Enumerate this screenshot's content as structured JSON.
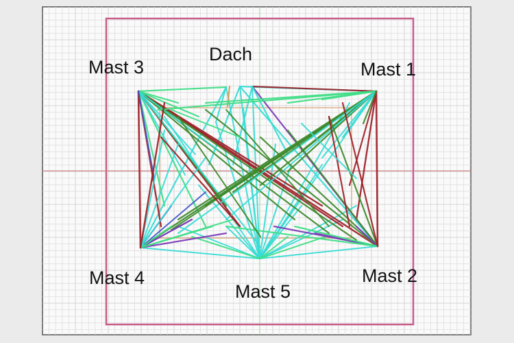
{
  "diagram": {
    "labels": {
      "mast1": "Mast 1",
      "mast2": "Mast 2",
      "mast3": "Mast 3",
      "mast4": "Mast 4",
      "mast5": "Mast 5",
      "roof": "Dach"
    },
    "colors": {
      "background": "#ebebeb",
      "paper": "#fafafa",
      "grid_minor": "#dedede",
      "grid_major": "#c9c9c9",
      "frame": "#555555",
      "boundary": "#c24a62",
      "boundary_inner": "#d9a2d8",
      "axis_h": "#d07070",
      "axis_v": "#9fd39f",
      "inner_rect": "#d6a070",
      "cyan": "#36dcd5",
      "green": "#3ede86",
      "darkgreen": "#3e8a2c",
      "darkred": "#9e2028",
      "purple": "#7a39b5",
      "blue": "#4455cc",
      "orange": "#d89a50"
    }
  }
}
